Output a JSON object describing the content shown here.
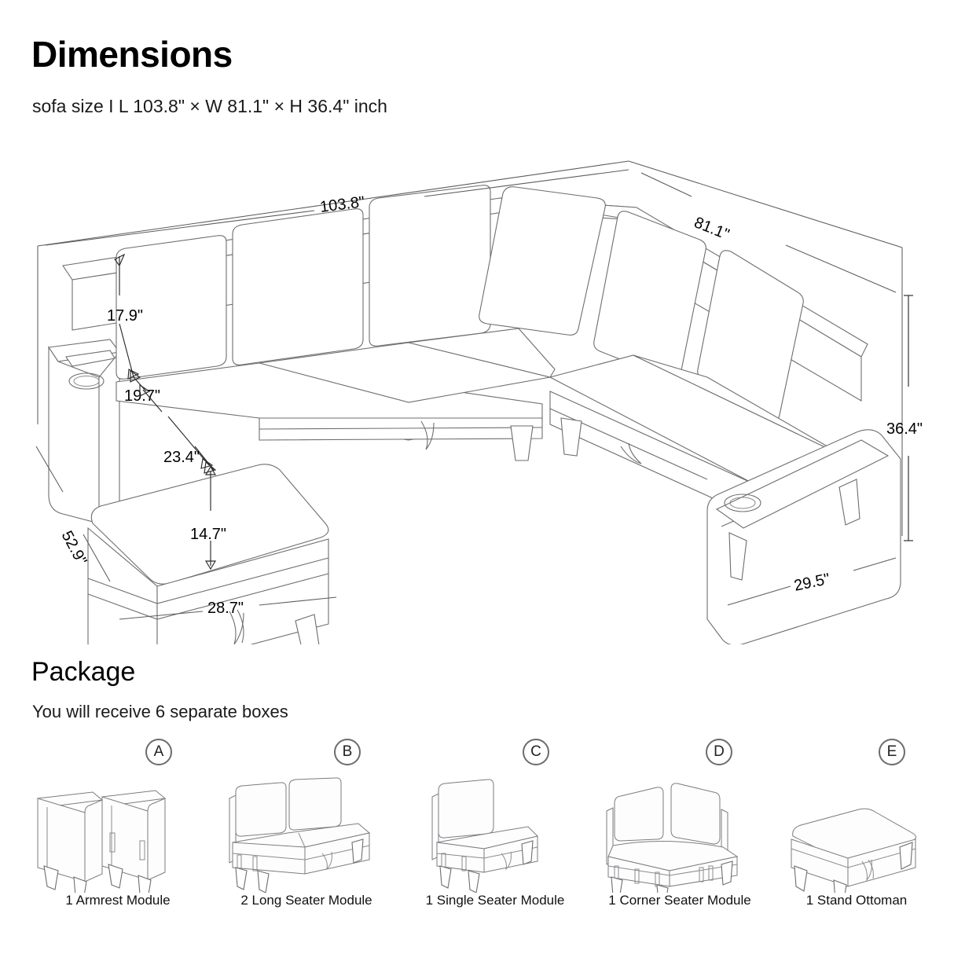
{
  "header": {
    "title": "Dimensions",
    "subtitle": "sofa size I L 103.8\" × W 81.1\" × H 36.4\" inch"
  },
  "product": {
    "overall": {
      "length_in": 103.8,
      "width_in": 81.1,
      "height_in": 36.4
    }
  },
  "diagram": {
    "name": "u-shaped-modular-sectional-sofa",
    "dimension_labels": {
      "overall_length": "103.8\"",
      "overall_depth": "81.1\"",
      "overall_height": "36.4\"",
      "back_cushion_height": "17.9\"",
      "seat_to_top_of_back": "19.7\"",
      "chaise_depth": "23.4\"",
      "seat_height": "14.7\"",
      "chaise_width": "28.7\"",
      "left_side_depth": "52.9\"",
      "right_side_width": "29.5\""
    }
  },
  "package": {
    "title": "Package",
    "subtitle": "You will receive 6 separate boxes",
    "box_count": 6,
    "items": [
      {
        "badge": "A",
        "caption": "1 Armrest Module",
        "icon": "armrest-module-icon"
      },
      {
        "badge": "B",
        "caption": "2 Long Seater Module",
        "icon": "long-seater-module-icon"
      },
      {
        "badge": "C",
        "caption": "1 Single Seater Module",
        "icon": "single-seater-module-icon"
      },
      {
        "badge": "D",
        "caption": "1 Corner Seater Module",
        "icon": "corner-seater-module-icon"
      },
      {
        "badge": "E",
        "caption": "1 Stand Ottoman",
        "icon": "stand-ottoman-icon"
      }
    ]
  },
  "colors": {
    "background": "#ffffff",
    "line": "#6e6e72",
    "text": "#111111",
    "dimension_line": "#2a2a2a",
    "badge_border": "#6c6c6c"
  }
}
